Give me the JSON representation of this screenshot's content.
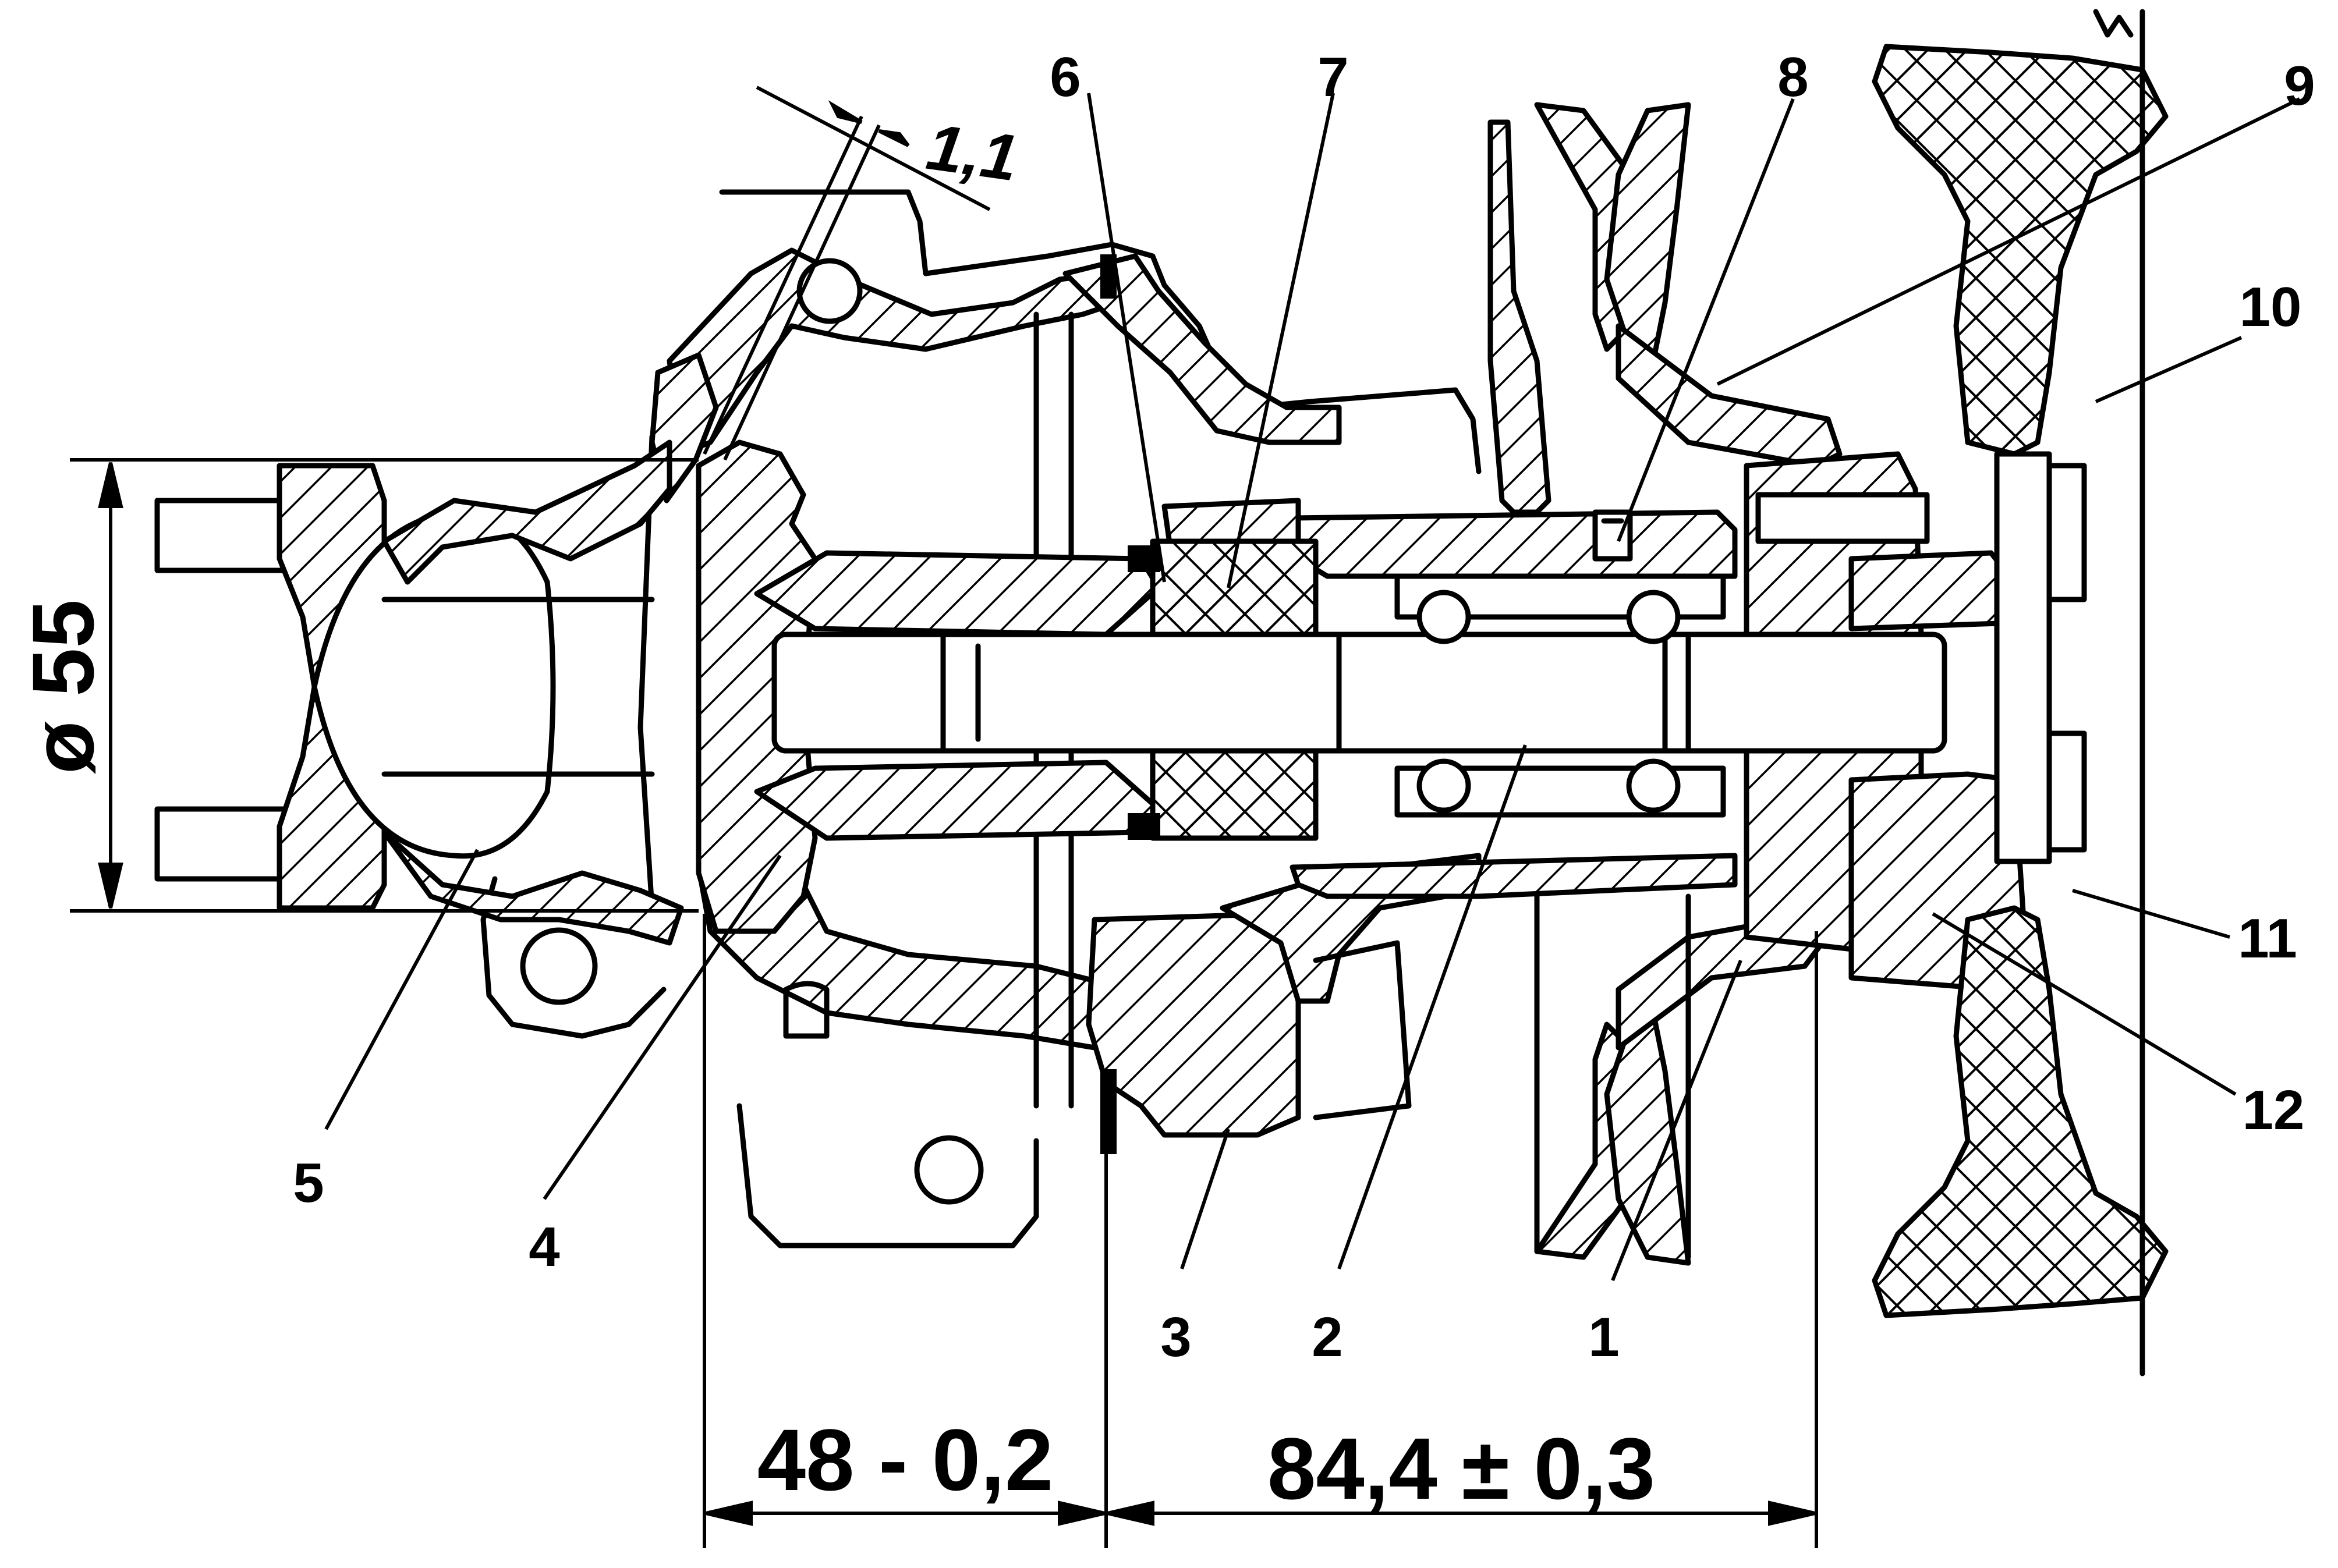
{
  "callouts": [
    {
      "id": "1",
      "text": "1"
    },
    {
      "id": "2",
      "text": "2"
    },
    {
      "id": "3",
      "text": "3"
    },
    {
      "id": "4",
      "text": "4"
    },
    {
      "id": "5",
      "text": "5"
    },
    {
      "id": "6",
      "text": "6"
    },
    {
      "id": "7",
      "text": "7"
    },
    {
      "id": "8",
      "text": "8"
    },
    {
      "id": "9",
      "text": "9"
    },
    {
      "id": "10",
      "text": "10"
    },
    {
      "id": "11",
      "text": "11"
    },
    {
      "id": "12",
      "text": "12"
    }
  ],
  "dimensions": {
    "diameter": "ø 55",
    "gap": "1,1",
    "length_left": "48 - 0,2",
    "length_right": "84,4 ± 0,3"
  }
}
